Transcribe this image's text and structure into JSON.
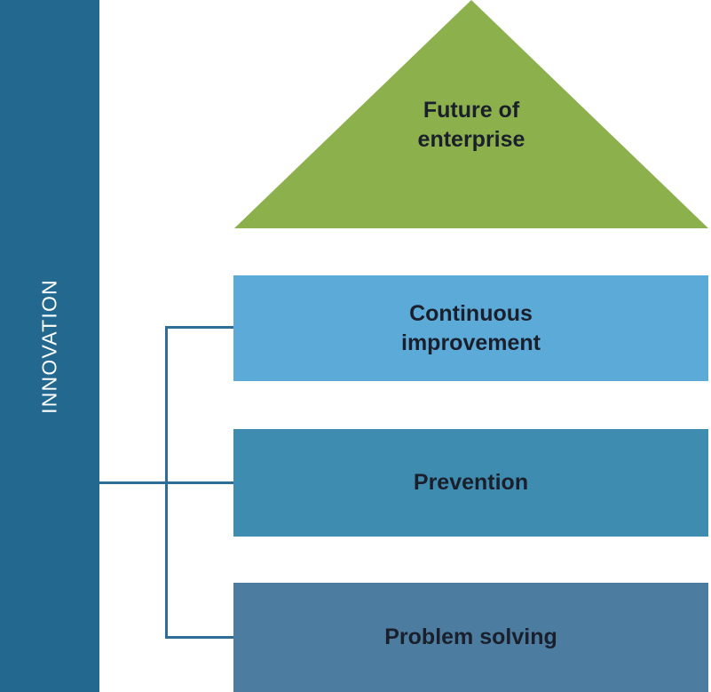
{
  "diagram": {
    "title_sidebar": "INNOVATION",
    "roof": {
      "label_line1": "Future of",
      "label_line2": "enterprise",
      "color": "#8cb04c"
    },
    "levels": [
      {
        "label_line1": "Continuous",
        "label_line2": "improvement",
        "color": "#5baad8"
      },
      {
        "label_line1": "Prevention",
        "label_line2": "",
        "color": "#3e8cb0"
      },
      {
        "label_line1": "Problem solving",
        "label_line2": "",
        "color": "#4c7da0"
      }
    ],
    "colors": {
      "sidebar": "#22688f",
      "connector": "#2e6e96",
      "text": "#1a1f2b",
      "sidebar_text": "#ffffff",
      "background": "#ffffff"
    }
  }
}
